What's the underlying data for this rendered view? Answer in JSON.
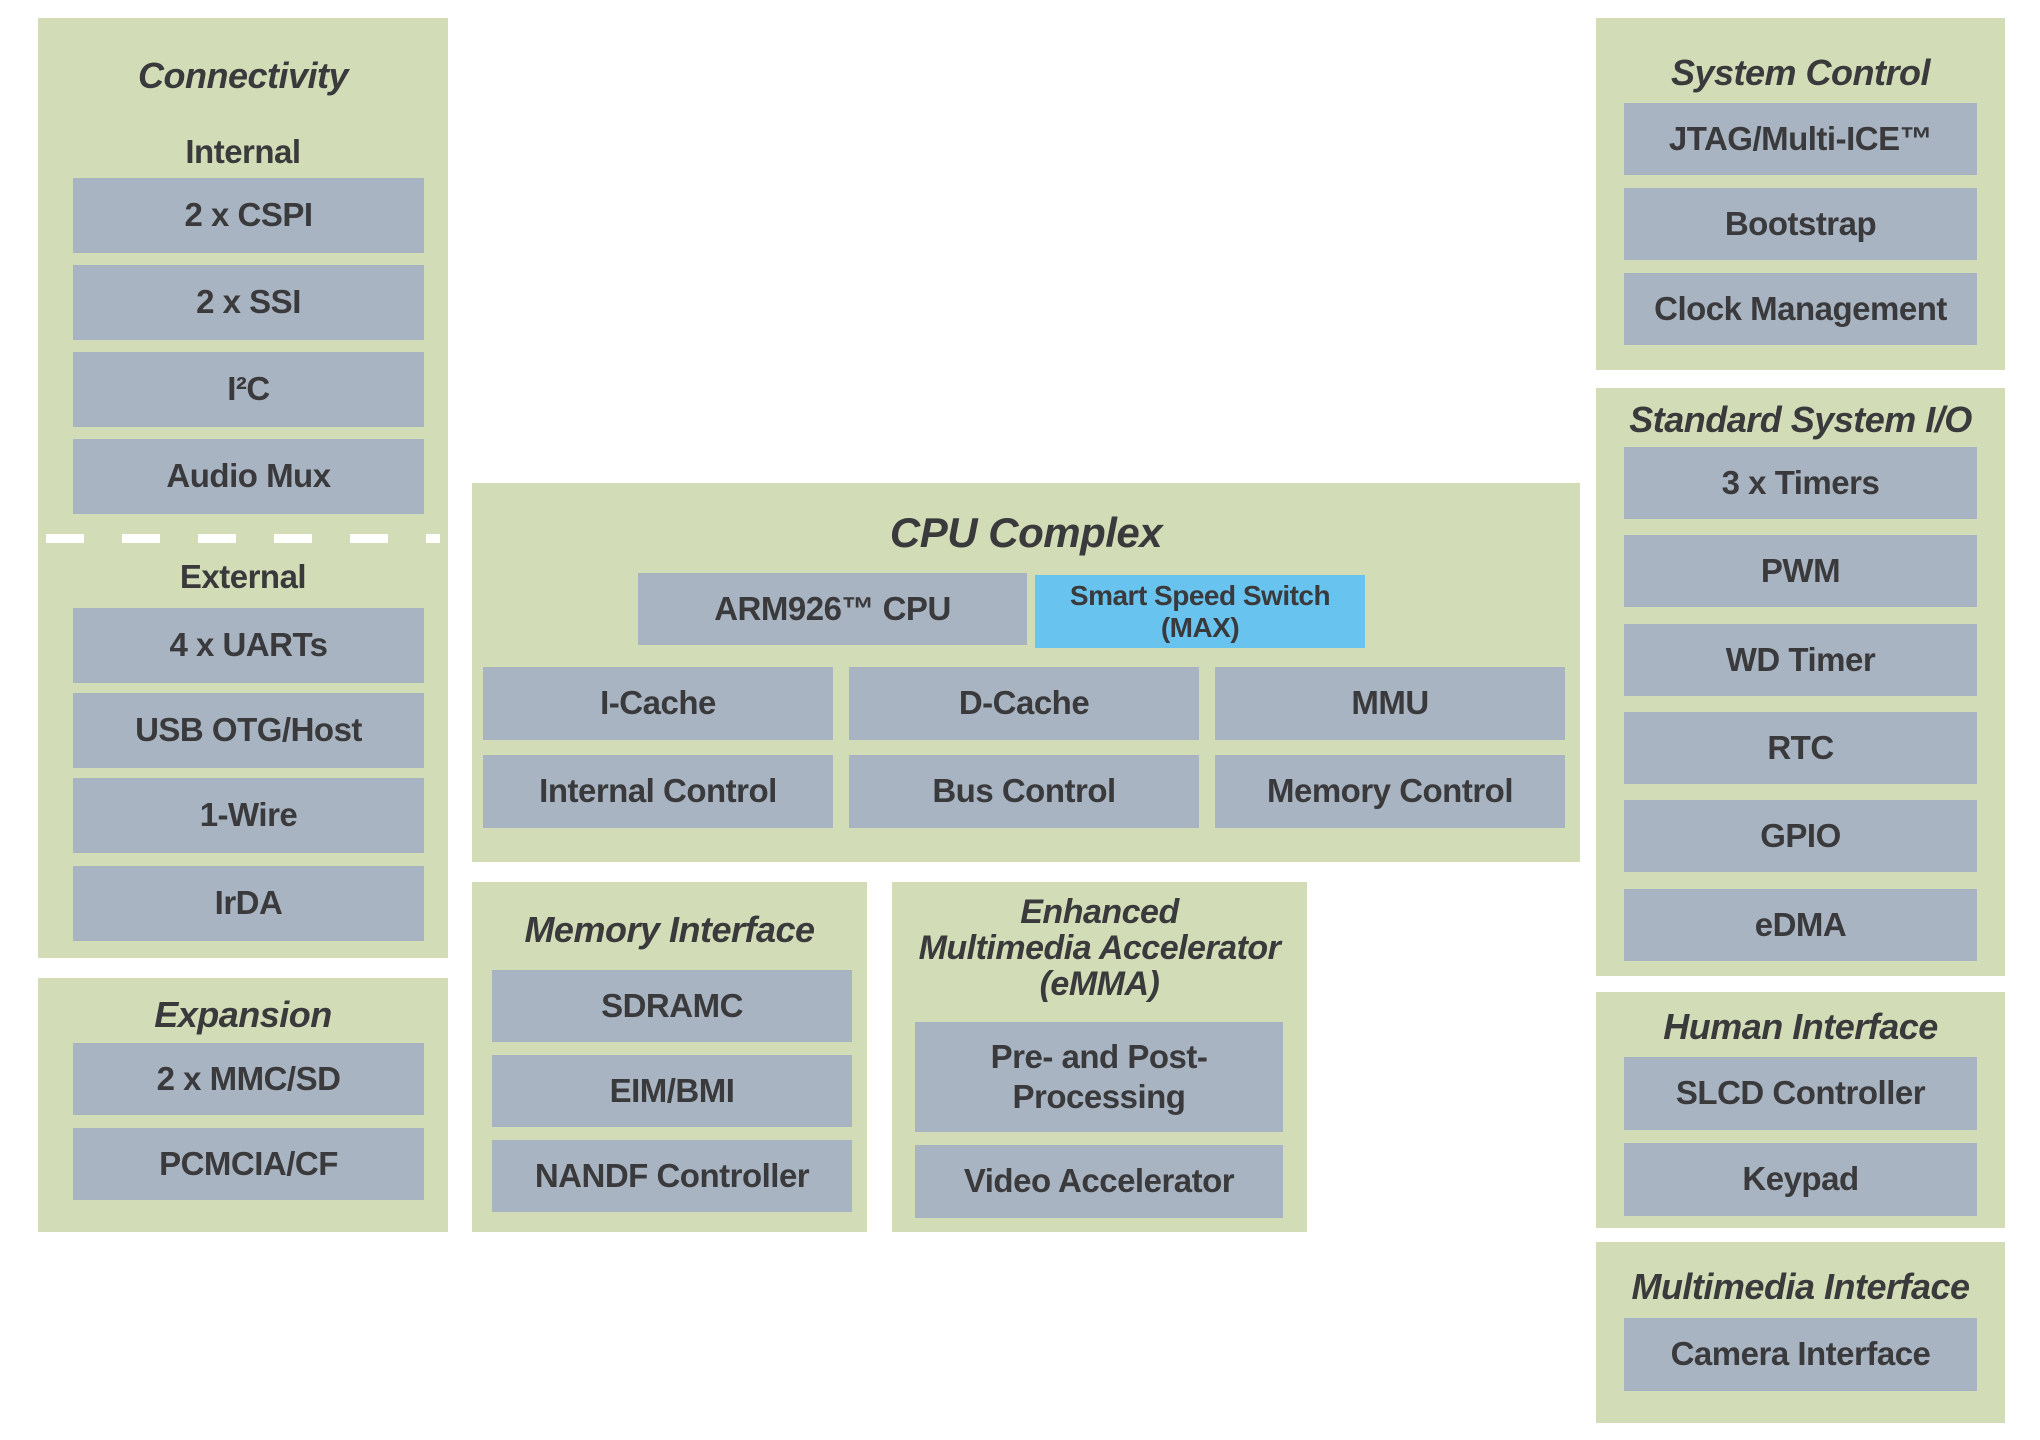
{
  "colors": {
    "panel_green": "#d2dcb6",
    "block_gray": "#a8b4c1",
    "highlight_blue": "#68c4ee",
    "text_dark": "#3a3a3c",
    "divider_white": "#ffffff"
  },
  "connectivity": {
    "title": "Connectivity",
    "internal_label": "Internal",
    "internal_items": [
      "2 x CSPI",
      "2 x SSI",
      "I²C",
      "Audio Mux"
    ],
    "external_label": "External",
    "external_items": [
      "4 x UARTs",
      "USB OTG/Host",
      "1-Wire",
      "IrDA"
    ]
  },
  "expansion": {
    "title": "Expansion",
    "items": [
      "2 x MMC/SD",
      "PCMCIA/CF"
    ]
  },
  "cpu_complex": {
    "title": "CPU Complex",
    "cpu": "ARM926™ CPU",
    "smart_speed_switch": "Smart Speed Switch (MAX)",
    "row2": [
      "I-Cache",
      "D-Cache",
      "MMU"
    ],
    "row3": [
      "Internal Control",
      "Bus Control",
      "Memory Control"
    ]
  },
  "memory_interface": {
    "title": "Memory Interface",
    "items": [
      "SDRAMC",
      "EIM/BMI",
      "NANDF Controller"
    ]
  },
  "emma": {
    "title": "Enhanced\nMultimedia Accelerator\n(eMMA)",
    "items": [
      "Pre- and Post-\nProcessing",
      "Video Accelerator"
    ]
  },
  "system_control": {
    "title": "System Control",
    "items": [
      "JTAG/Multi-ICE™",
      "Bootstrap",
      "Clock Management"
    ]
  },
  "standard_system_io": {
    "title": "Standard System I/O",
    "items": [
      "3 x Timers",
      "PWM",
      "WD Timer",
      "RTC",
      "GPIO",
      "eDMA"
    ]
  },
  "human_interface": {
    "title": "Human Interface",
    "items": [
      "SLCD Controller",
      "Keypad"
    ]
  },
  "multimedia_interface": {
    "title": "Multimedia Interface",
    "items": [
      "Camera Interface"
    ]
  }
}
